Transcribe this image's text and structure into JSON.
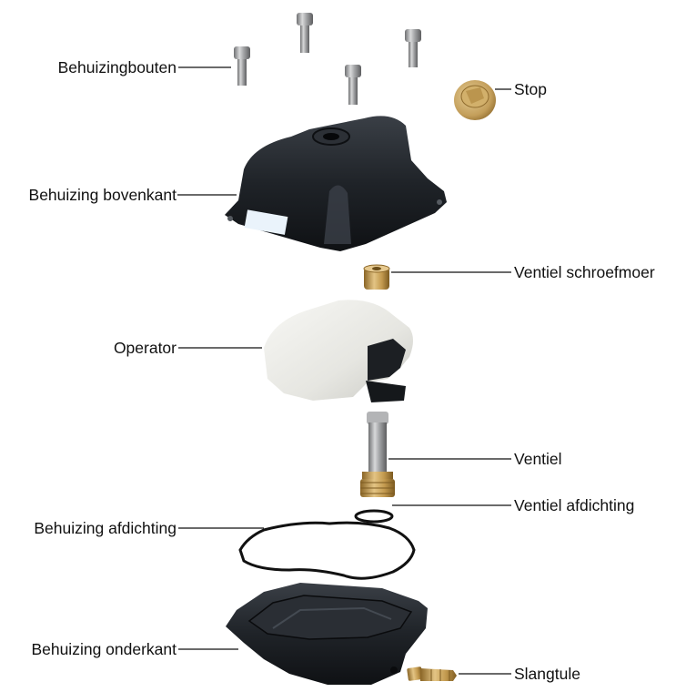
{
  "labels": {
    "housing_bolts": "Behuizingbouten",
    "plug": "Stop",
    "housing_top": "Behuizing bovenkant",
    "valve_nut": "Ventiel schroefmoer",
    "operator": "Operator",
    "valve": "Ventiel",
    "valve_seal": "Ventiel afdichting",
    "housing_seal": "Behuizing afdichting",
    "housing_bottom": "Behuizing onderkant",
    "hose_barb": "Slangtule"
  },
  "colors": {
    "black_plastic": "#1b1e22",
    "white_plastic": "#eeeeea",
    "brass": "#c9a25a",
    "steel": "#a9aaab",
    "label_text": "#111111"
  }
}
